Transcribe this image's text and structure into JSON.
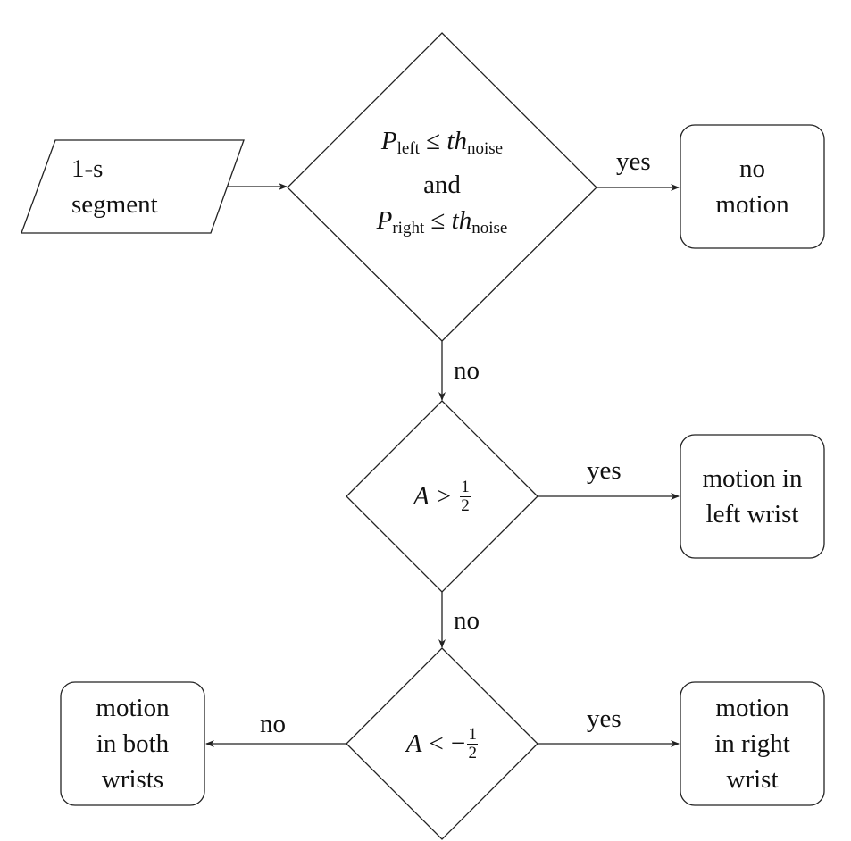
{
  "input": {
    "line1": "1-s",
    "line2": "segment"
  },
  "decision1": {
    "p_left": "P",
    "p_left_sub": "left",
    "rel": "≤",
    "th": "th",
    "th_sub": "noise",
    "and": "and",
    "p_right": "P",
    "p_right_sub": "right"
  },
  "decision2": {
    "var": "A",
    "op": ">",
    "num": "1",
    "den": "2"
  },
  "decision3": {
    "var": "A",
    "op": "<",
    "sign": "−",
    "num": "1",
    "den": "2"
  },
  "outcomes": {
    "no_motion": [
      "no",
      "motion"
    ],
    "left_wrist": [
      "motion in",
      "left wrist"
    ],
    "right_wrist": [
      "motion",
      "in right",
      "wrist"
    ],
    "both_wrists": [
      "motion",
      "in both",
      "wrists"
    ]
  },
  "edge_labels": {
    "d1_yes": "yes",
    "d1_no": "no",
    "d2_yes": "yes",
    "d2_no": "no",
    "d3_yes": "yes",
    "d3_no": "no"
  }
}
